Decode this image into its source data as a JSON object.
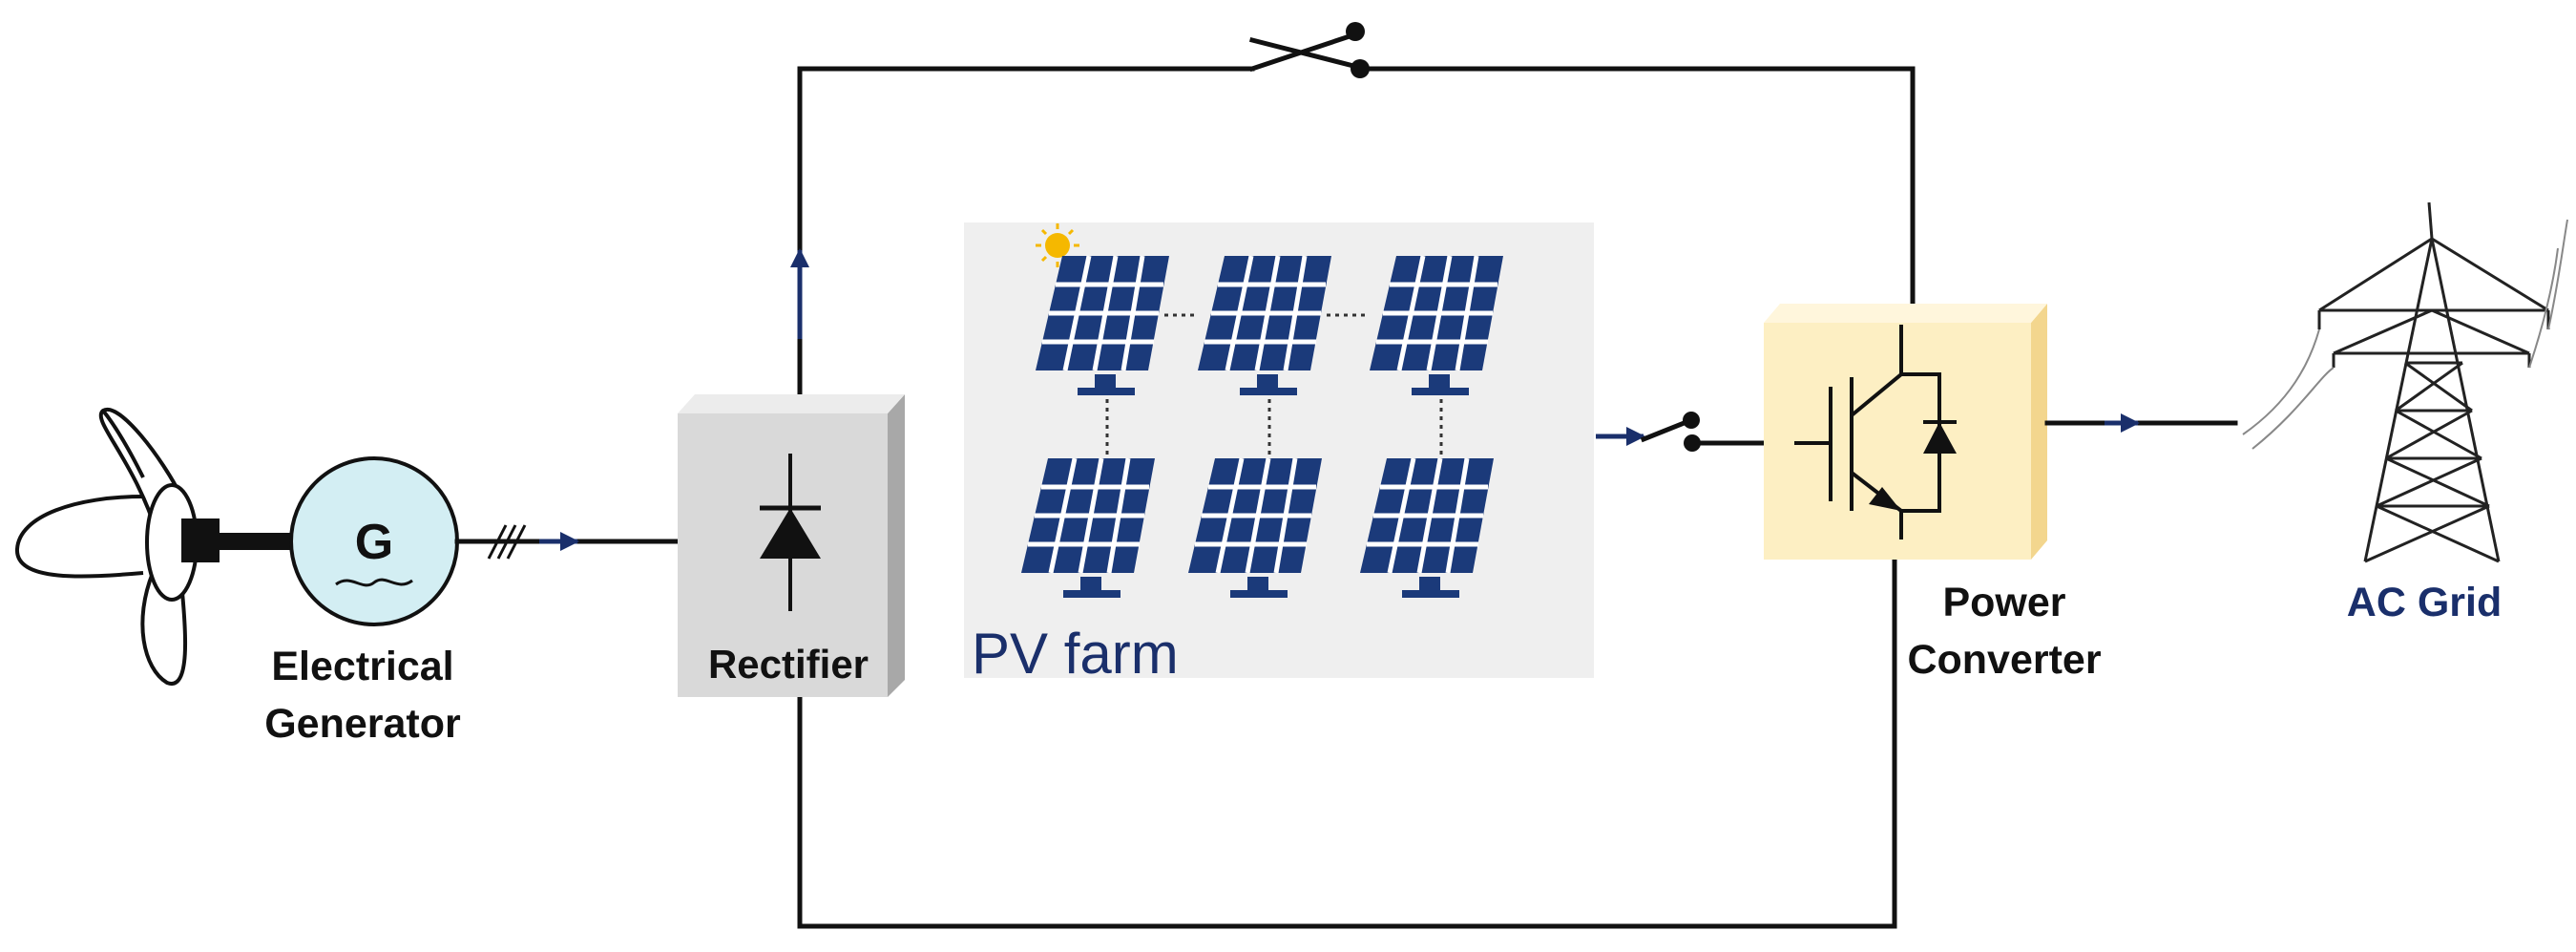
{
  "labels": {
    "generator_symbol": "G",
    "generator_line1": "Electrical",
    "generator_line2": "Generator",
    "rectifier": "Rectifier",
    "pv_farm": "PV farm",
    "converter_line1": "Power",
    "converter_line2": "Converter",
    "grid": "AC Grid"
  },
  "colors": {
    "wire": "#111111",
    "flow_arrow": "#1a2f6b",
    "grid_label": "#1a2f6b",
    "pv_label": "#1a2f6b",
    "generator_fill": "#d3eef3",
    "rectifier_fill": "#d9d9d9",
    "pv_background": "#efefef",
    "panel_blue": "#1b3a7a",
    "converter_fill": "#fdefc3",
    "sun": "#f5b800"
  },
  "icons": [
    "wind-turbine-icon",
    "generator-icon",
    "diode-icon",
    "solar-panel-icon",
    "sun-icon",
    "igbt-icon",
    "transmission-tower-icon",
    "switch-icon"
  ]
}
